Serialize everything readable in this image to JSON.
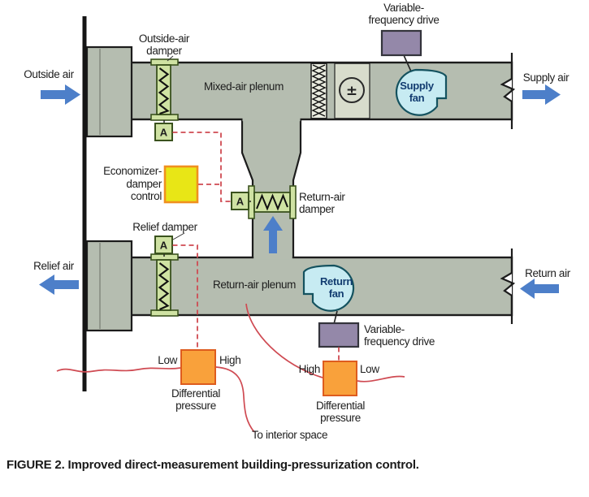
{
  "figure": {
    "caption": "FIGURE 2. Improved direct-measurement building-pressurization control."
  },
  "labels": {
    "outside_air": "Outside air",
    "outside_air_damper_l1": "Outside-air",
    "outside_air_damper_l2": "damper",
    "mixed_air_plenum": "Mixed-air plenum",
    "vfd_top_l1": "Variable-",
    "vfd_top_l2": "frequency drive",
    "supply_fan_l1": "Supply",
    "supply_fan_l2": "fan",
    "supply_air": "Supply air",
    "economizer_l1": "Economizer-",
    "economizer_l2": "damper",
    "economizer_l3": "control",
    "actuator": "A",
    "return_air_damper_l1": "Return-air",
    "return_air_damper_l2": "damper",
    "relief_damper": "Relief damper",
    "relief_air": "Relief air",
    "return_air_plenum": "Return-air plenum",
    "return_fan_l1": "Return",
    "return_fan_l2": "fan",
    "return_air": "Return air",
    "vfd_bottom_l1": "Variable-",
    "vfd_bottom_l2": "frequency drive",
    "dp_left_low": "Low",
    "dp_left_high": "High",
    "dp_left_l1": "Differential",
    "dp_left_l2": "pressure",
    "dp_right_high": "High",
    "dp_right_low": "Low",
    "dp_right_l1": "Differential",
    "dp_right_l2": "pressure",
    "to_interior_space": "To interior space",
    "coil_symbol": "±"
  },
  "colors": {
    "duct_fill": "#b5bdb0",
    "coil_section_fill": "#d8dccc",
    "filter_fill": "#e9ebdf",
    "damper_fill": "#cfe2a3",
    "damper_border": "#3a521e",
    "economizer_fill": "#e8e616",
    "economizer_border": "#f08f1f",
    "dp_sensor_fill": "#f9a13b",
    "dp_sensor_border": "#de5c1e",
    "vfd_fill": "#9488a9",
    "vfd_border": "#34343c",
    "fan_fill": "#c7ebf2",
    "fan_border": "#14525f",
    "fan_text": "#123c70",
    "arrow_blue": "#4d7fc9",
    "control_line_red": "#cf4a52",
    "outline_black": "#1c1c1c"
  }
}
